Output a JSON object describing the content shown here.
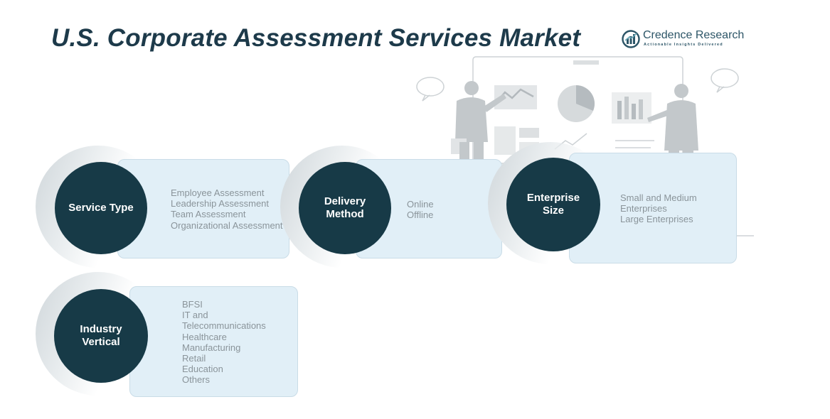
{
  "title": "U.S. Corporate Assessment Services Market",
  "logo": {
    "name": "Credence Research",
    "tagline": "Actionable Insights Delivered",
    "icon": "credence-logo-icon"
  },
  "colors": {
    "title": "#1d3a4a",
    "circle": "#173a47",
    "card": "#e1eff7",
    "item_text": "#8a949a"
  },
  "segments": [
    {
      "label": "Service Type",
      "items": [
        "Employee Assessment",
        "Leadership Assessment",
        "Team Assessment",
        "Organizational Assessment"
      ]
    },
    {
      "label": "Delivery\nMethod",
      "items": [
        "Online",
        "Offline"
      ]
    },
    {
      "label": "Enterprise\nSize",
      "items": [
        "Small and Medium",
        "Enterprises",
        "Large Enterprises"
      ]
    },
    {
      "label": "Industry\nVertical",
      "items": [
        "BFSI",
        "IT and",
        "Telecommunications",
        "Healthcare",
        "Manufacturing",
        "Retail",
        "Education",
        "Others"
      ]
    }
  ]
}
